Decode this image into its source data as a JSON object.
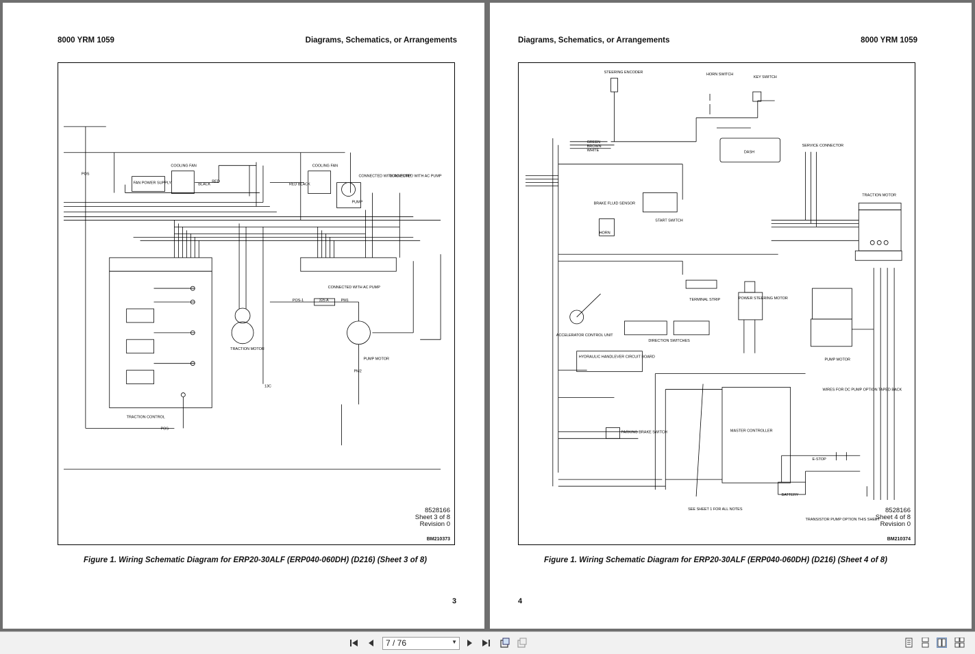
{
  "viewer": {
    "page_indicator": "7 / 76",
    "first_page_icon": "first-page-icon",
    "prev_page_icon": "previous-page-icon",
    "next_page_icon": "next-page-icon",
    "last_page_icon": "last-page-icon",
    "view_modes": [
      "single-page-icon",
      "continuous-icon",
      "two-page-icon",
      "two-page-continuous-icon"
    ]
  },
  "left_page": {
    "header_left": "8000 YRM 1059",
    "header_right": "Diagrams, Schematics, or Arrangements",
    "sheet_lines": [
      "8528166",
      "Sheet 3 of 8",
      "Revision 0"
    ],
    "bm_code": "BM210373",
    "caption": "Figure 1. Wiring Schematic Diagram for ERP20-30ALF (ERP040-060DH) (D216) (Sheet 3 of 8)",
    "page_number": "3",
    "labels": {
      "cooling_fan_1": "COOLING FAN",
      "cooling_fan_2": "COOLING FAN",
      "fan_power_supply": "FAN POWER SUPPLY",
      "black": "BLACK",
      "red": "RED",
      "red_black": "RED BLACK",
      "pos": "POS",
      "pump": "PUMP",
      "conn_ac_pump_1": "CONNECTED WITH AC PUMP",
      "conn_ac_pump_2": "CONNECTED WITH AC PUMP",
      "conn_ac_pump_3": "CONNECTED WITH AC PUMP",
      "traction_motor": "TRACTION MOTOR",
      "traction_control": "TRACTION CONTROL",
      "pump_motor": "PUMP MOTOR",
      "pos1": "POS-1",
      "fuse": "325 A",
      "pm1": "PM1",
      "pm2": "PM2",
      "pos_bottom": "POS",
      "wire_13c": "13C"
    }
  },
  "right_page": {
    "header_left": "Diagrams, Schematics, or Arrangements",
    "header_right": "8000 YRM 1059",
    "sheet_lines": [
      "8528166",
      "Sheet 4 of 8",
      "Revision 0"
    ],
    "bm_code": "BM210374",
    "caption": "Figure 1. Wiring Schematic Diagram for ERP20-30ALF (ERP040-060DH) (D216) (Sheet 4 of 8)",
    "page_number": "4",
    "labels": {
      "steering_encoder": "STEERING ENCODER",
      "horn_switch": "HORN SWITCH",
      "key_switch": "KEY SWITCH",
      "dash": "DASH",
      "service_connector": "SERVICE CONNECTOR",
      "traction_motor": "TRACTION MOTOR",
      "brake_fluid_sensor": "BRAKE FLUID SENSOR",
      "horn": "HORN",
      "start_switch": "START SWITCH",
      "terminal_strip": "TERMINAL STRIP",
      "power_steering_motor": "POWER STEERING MOTOR",
      "accelerator_control_unit": "ACCELERATOR CONTROL UNIT",
      "direction_switches": "DIRECTION SWITCHES",
      "pump_motor": "PUMP MOTOR",
      "hydraulic_handlever": "HYDRAULIC HANDLEVER CIRCUIT BOARD",
      "wires_dc_pump": "WIRES FOR DC PUMP OPTION TAPED BACK",
      "master_controller": "MASTER CONTROLLER",
      "parking_brake_switch": "PARKING BRAKE SWITCH",
      "e_stop": "E-STOP",
      "battery": "BATTERY",
      "see_sheet_1": "SEE SHEET 1 FOR ALL NOTES",
      "transistor_pump": "TRANSISTOR PUMP OPTION THIS SHEET",
      "green": "GREEN",
      "brown": "BROWN",
      "white": "WHITE"
    }
  }
}
